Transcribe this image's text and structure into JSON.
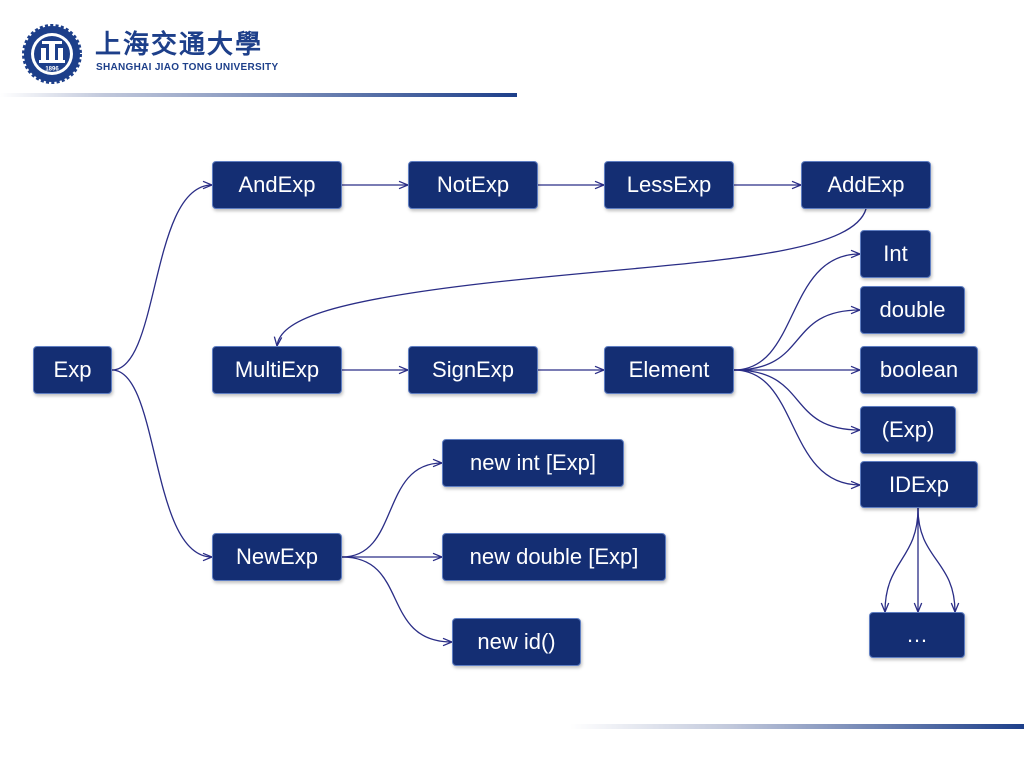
{
  "header": {
    "logo_cn": "上海交通大學",
    "logo_en": "SHANGHAI  JIAO TONG  UNIVERSITY",
    "seal_year": "1896",
    "seal_icon": "sjtu-seal-icon"
  },
  "colors": {
    "node_fill": "#142e73",
    "node_border": "#5f7ec2",
    "arrow": "#2a2d86"
  },
  "nodes": {
    "exp": "Exp",
    "and_exp": "AndExp",
    "not_exp": "NotExp",
    "less_exp": "LessExp",
    "add_exp": "AddExp",
    "multi_exp": "MultiExp",
    "sign_exp": "SignExp",
    "element": "Element",
    "int": "Int",
    "double": "double",
    "boolean": "boolean",
    "paren_exp": "(Exp)",
    "id_exp": "IDExp",
    "ellipsis": "…",
    "new_exp": "NewExp",
    "new_int": "new int [Exp]",
    "new_double": "new double [Exp]",
    "new_id": "new id()"
  }
}
